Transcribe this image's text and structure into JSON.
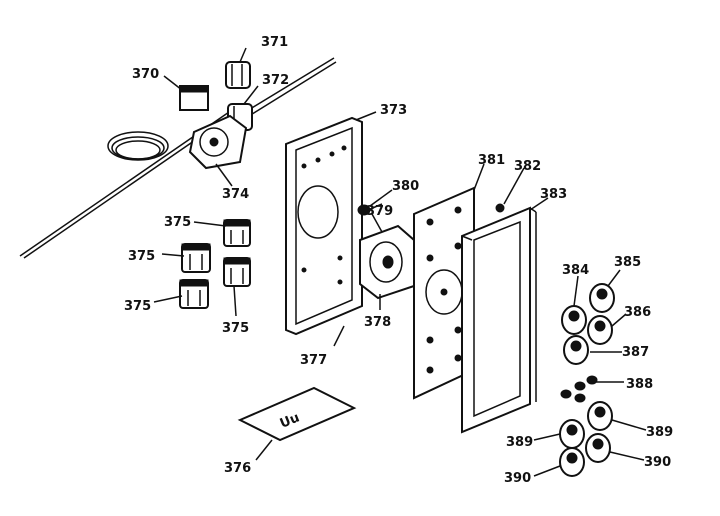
{
  "diagram": {
    "part_labels": {
      "p370": "370",
      "p371": "371",
      "p372": "372",
      "p373": "373",
      "p374": "374",
      "p375a": "375",
      "p375b": "375",
      "p375c": "375",
      "p375d": "375",
      "p376": "376",
      "p377": "377",
      "p378": "378",
      "p379": "379",
      "p380": "380",
      "p381": "381",
      "p382": "382",
      "p383": "383",
      "p384": "384",
      "p385": "385",
      "p386": "386",
      "p387": "387",
      "p388": "388",
      "p389a": "389",
      "p389b": "389",
      "p390a": "390",
      "p390b": "390"
    },
    "label_text": "Uu"
  }
}
